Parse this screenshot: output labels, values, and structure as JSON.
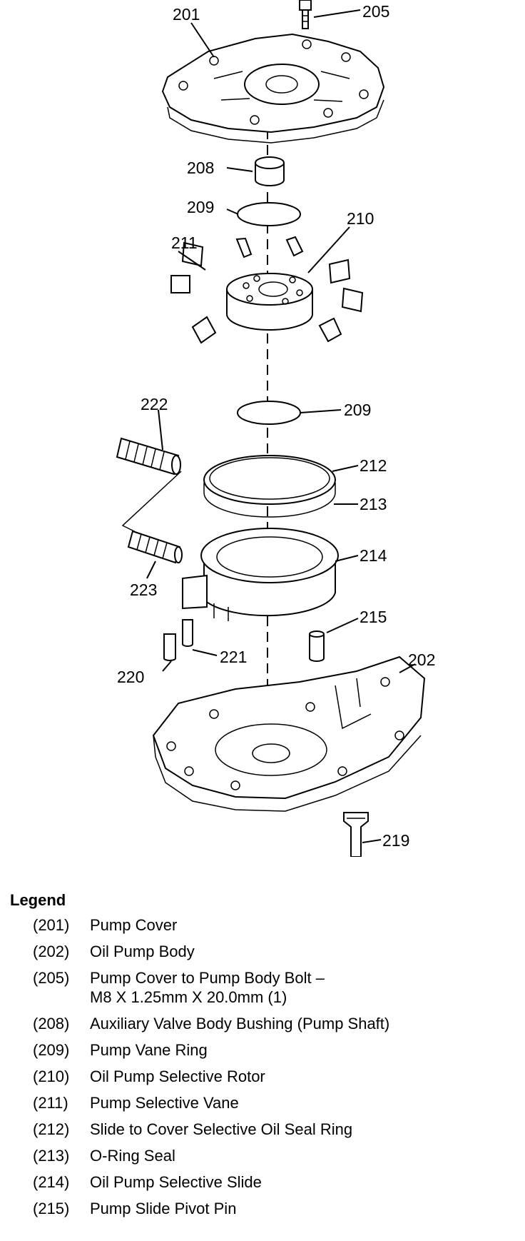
{
  "callouts": {
    "c201": "201",
    "c205": "205",
    "c208": "208",
    "c209a": "209",
    "c210": "210",
    "c211": "211",
    "c222": "222",
    "c209b": "209",
    "c212": "212",
    "c213": "213",
    "c214": "214",
    "c223": "223",
    "c215": "215",
    "c221": "221",
    "c220": "220",
    "c202": "202",
    "c219": "219"
  },
  "legend": {
    "title": "Legend",
    "items": [
      {
        "num": "(201)",
        "text": "Pump Cover"
      },
      {
        "num": "(202)",
        "text": "Oil Pump Body"
      },
      {
        "num": "(205)",
        "text": "Pump Cover to Pump Body Bolt –\nM8 X 1.25mm X 20.0mm (1)"
      },
      {
        "num": "(208)",
        "text": "Auxiliary Valve Body Bushing (Pump Shaft)"
      },
      {
        "num": "(209)",
        "text": "Pump Vane Ring"
      },
      {
        "num": "(210)",
        "text": "Oil Pump Selective Rotor"
      },
      {
        "num": "(211)",
        "text": "Pump Selective Vane"
      },
      {
        "num": "(212)",
        "text": "Slide to Cover Selective Oil Seal Ring"
      },
      {
        "num": "(213)",
        "text": "O-Ring Seal"
      },
      {
        "num": "(214)",
        "text": "Oil Pump Selective Slide"
      },
      {
        "num": "(215)",
        "text": "Pump Slide Pivot Pin"
      }
    ]
  }
}
